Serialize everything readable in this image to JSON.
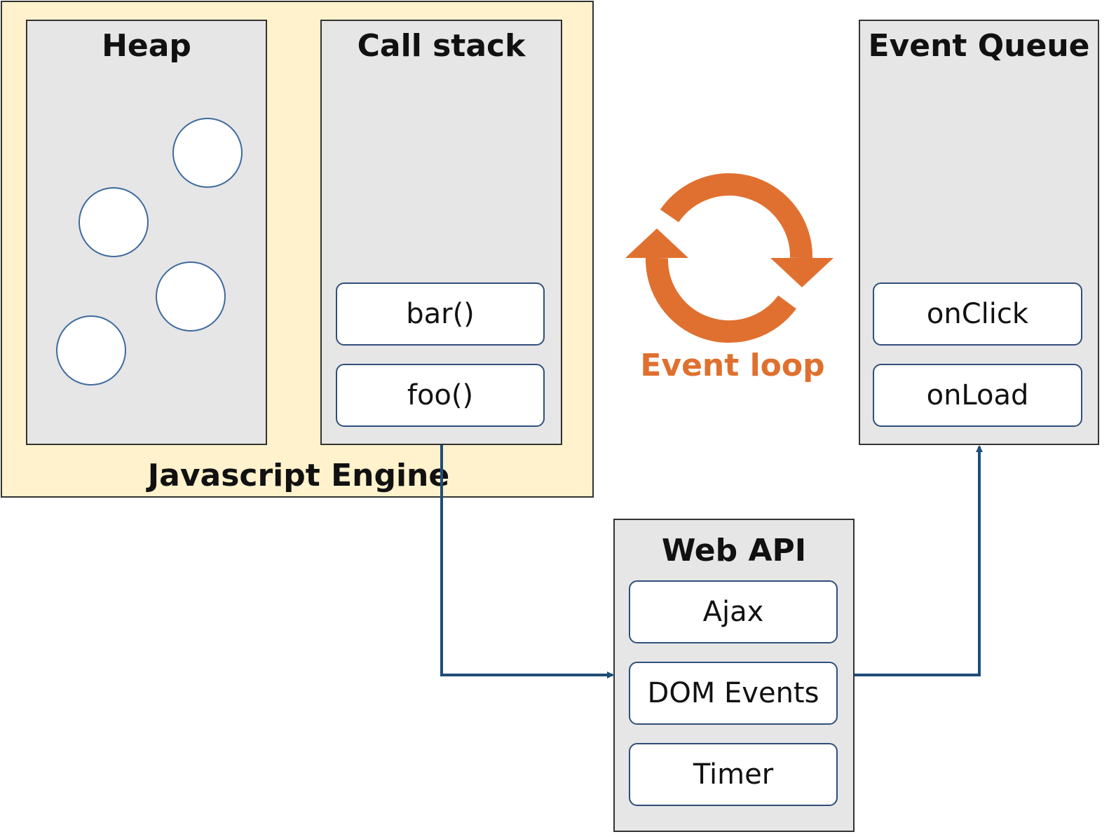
{
  "engine": {
    "label": "Javascript Engine"
  },
  "heap": {
    "title": "Heap",
    "object_count": 4
  },
  "call_stack": {
    "title": "Call stack",
    "frames": [
      "bar()",
      "foo()"
    ]
  },
  "event_loop": {
    "label": "Event loop",
    "color": "#e0702f"
  },
  "event_queue": {
    "title": "Event Queue",
    "items": [
      "onClick",
      "onLoad"
    ]
  },
  "web_api": {
    "title": "Web API",
    "items": [
      "Ajax",
      "DOM Events",
      "Timer"
    ]
  },
  "colors": {
    "engine_bg": "#fff2cc",
    "panel_bg": "#e6e6e6",
    "item_border": "#2f4f7a",
    "arrow": "#1f4e79"
  }
}
